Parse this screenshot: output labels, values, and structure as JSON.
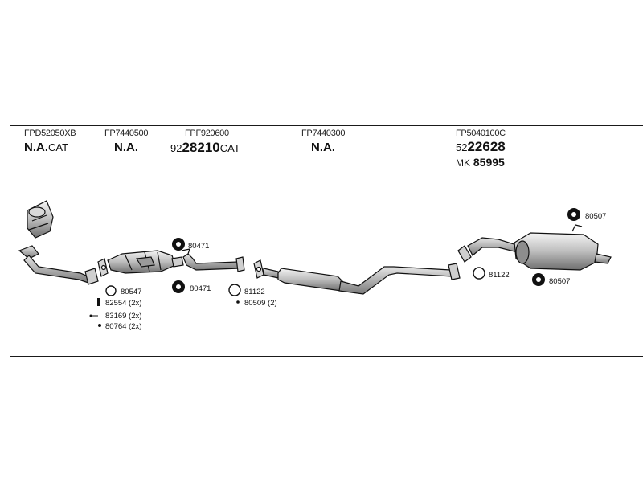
{
  "columns": [
    {
      "code": "FPD52050XB",
      "value": "N.A.",
      "suffix": "CAT"
    },
    {
      "code": "FP7440500",
      "value": "N.A."
    },
    {
      "code": "FPF920600",
      "prefix": "92",
      "value": "28210",
      "suffix": "CAT"
    },
    {
      "code": "FP7440300",
      "value": "N.A."
    },
    {
      "code": "FP5040100C",
      "prefix": "52",
      "value": "22628",
      "extra_prefix": "MK",
      "extra_value": "85995"
    }
  ],
  "parts": {
    "p80547": "80547",
    "p82554": "82554 (2x)",
    "p83169": "83169 (2x)",
    "p80764": "80764 (2x)",
    "p80471a": "80471",
    "p80471b": "80471",
    "p81122a": "81122",
    "p80509": "80509 (2)",
    "p81122b": "81122",
    "p80507a": "80507",
    "p80507b": "80507"
  }
}
